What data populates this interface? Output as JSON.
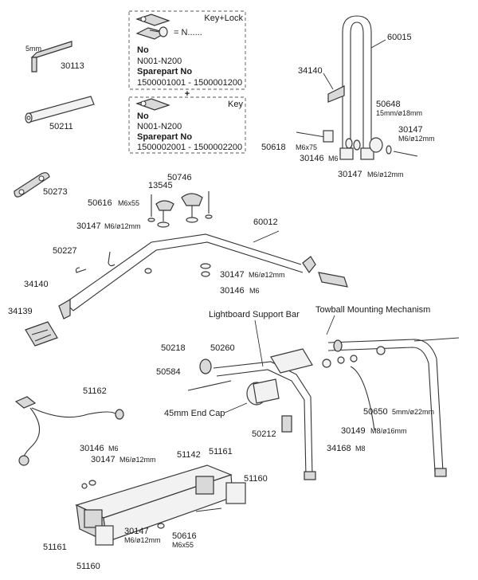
{
  "key_box": {
    "top_title": "Key+Lock",
    "top_equals": "= N......",
    "top_no_label": "No",
    "top_no_value": "N001-N200",
    "top_spare_label": "Sparepart No",
    "top_spare_value": "1500001001 - 1500001200",
    "plus": "+",
    "bottom_title": "Key",
    "bottom_no_label": "No",
    "bottom_no_value": "N001-N200",
    "bottom_spare_label": "Sparepart No",
    "bottom_spare_value": "1500002001 - 1500002200"
  },
  "labels": {
    "hex_size": "5mm",
    "p30113": "30113",
    "p50211": "50211",
    "p50273": "50273",
    "p60015": "60015",
    "p34140_top": "34140",
    "p50648": "50648",
    "p50648_spec": "15mm/ø18mm",
    "p30147_r": "30147",
    "p30147_r_spec": "M6/ø12mm",
    "p50618": "50618",
    "p50618_spec": "M6x75",
    "p30146_top": "30146",
    "p30146_top_spec": "M6",
    "p30147_bot": "30147",
    "p30147_bot_spec": "M6/ø12mm",
    "p13545": "13545",
    "p50746": "50746",
    "p50616": "50616",
    "p50616_spec": "M6x55",
    "p30147_mid": "30147",
    "p30147_mid_spec": "M6/ø12mm",
    "p60012": "60012",
    "p50227": "50227",
    "p30147_mid2": "30147",
    "p30147_mid2_spec": "M6/ø12mm",
    "p30146_mid": "30146",
    "p30146_mid_spec": "M6",
    "p34140_left": "34140",
    "p34139": "34139",
    "lightboard_bar": "Lightboard Support Bar",
    "towball": "Towball Mounting Mechanism",
    "p50218": "50218",
    "p50260": "50260",
    "p50584": "50584",
    "end_cap": "45mm End Cap",
    "p50212": "50212",
    "p30149": "30149",
    "p30149_spec": "M8/ø16mm",
    "p34168": "34168",
    "p34168_spec": "M8",
    "p50650": "50650",
    "p50650_spec": "5mm/ø22mm",
    "p51162": "51162",
    "p30146_lb": "30146",
    "p30146_lb_spec": "M6",
    "p30147_lb": "30147",
    "p30147_lb_spec": "M6/ø12mm",
    "p51142": "51142",
    "p51161_r": "51161",
    "p51160_r": "51160",
    "p30147_lb2": "30147",
    "p30147_lb2_spec": "M6/ø12mm",
    "p50616_lb": "50616",
    "p50616_lb_spec": "M6x55",
    "p51161_l": "51161",
    "p51160_l": "51160"
  }
}
